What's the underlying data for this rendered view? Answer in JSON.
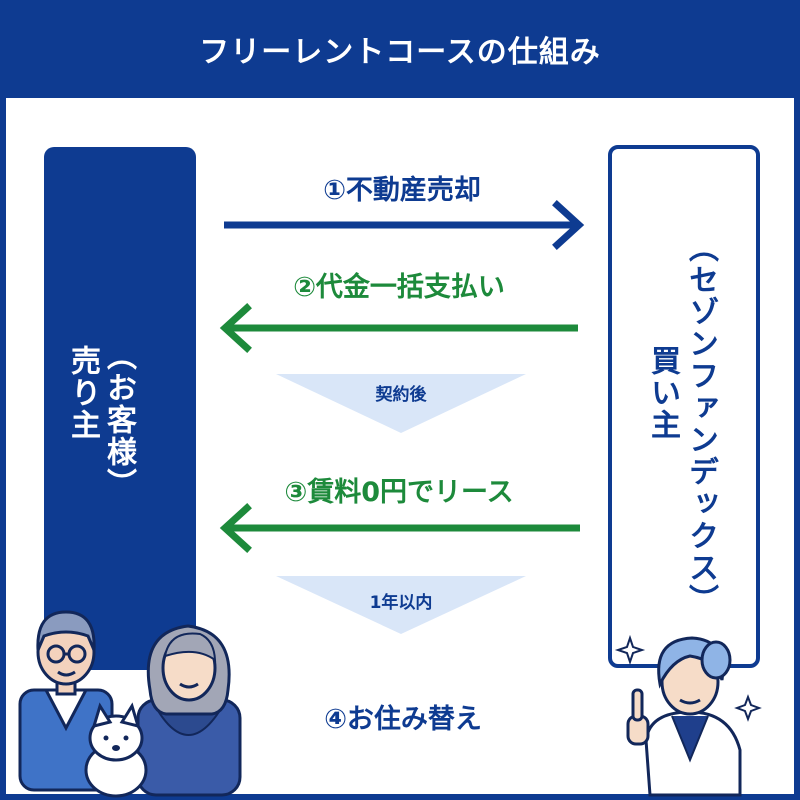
{
  "header": {
    "title": "フリーレントコースの仕組み"
  },
  "seller": {
    "sub": "（お客様）",
    "main": "売り主"
  },
  "buyer": {
    "sub": "（セゾンファンデックス）",
    "main": "買い主"
  },
  "steps": {
    "step1": "①不動産売却",
    "step2": "②代金一括支払い",
    "step3": "③賃料0円でリース",
    "step4": "④お住み替え"
  },
  "timing": {
    "after_contract": "契約後",
    "within_year": "1年以内"
  },
  "colors": {
    "brand_blue": "#0e3b91",
    "green": "#1d8a3b",
    "light_blue": "#d9e6f8"
  },
  "icons": {
    "couple": "elderly-couple-illustration",
    "dog": "dog-illustration",
    "staff": "staff-woman-illustration",
    "sparkle": "sparkle-icon"
  }
}
